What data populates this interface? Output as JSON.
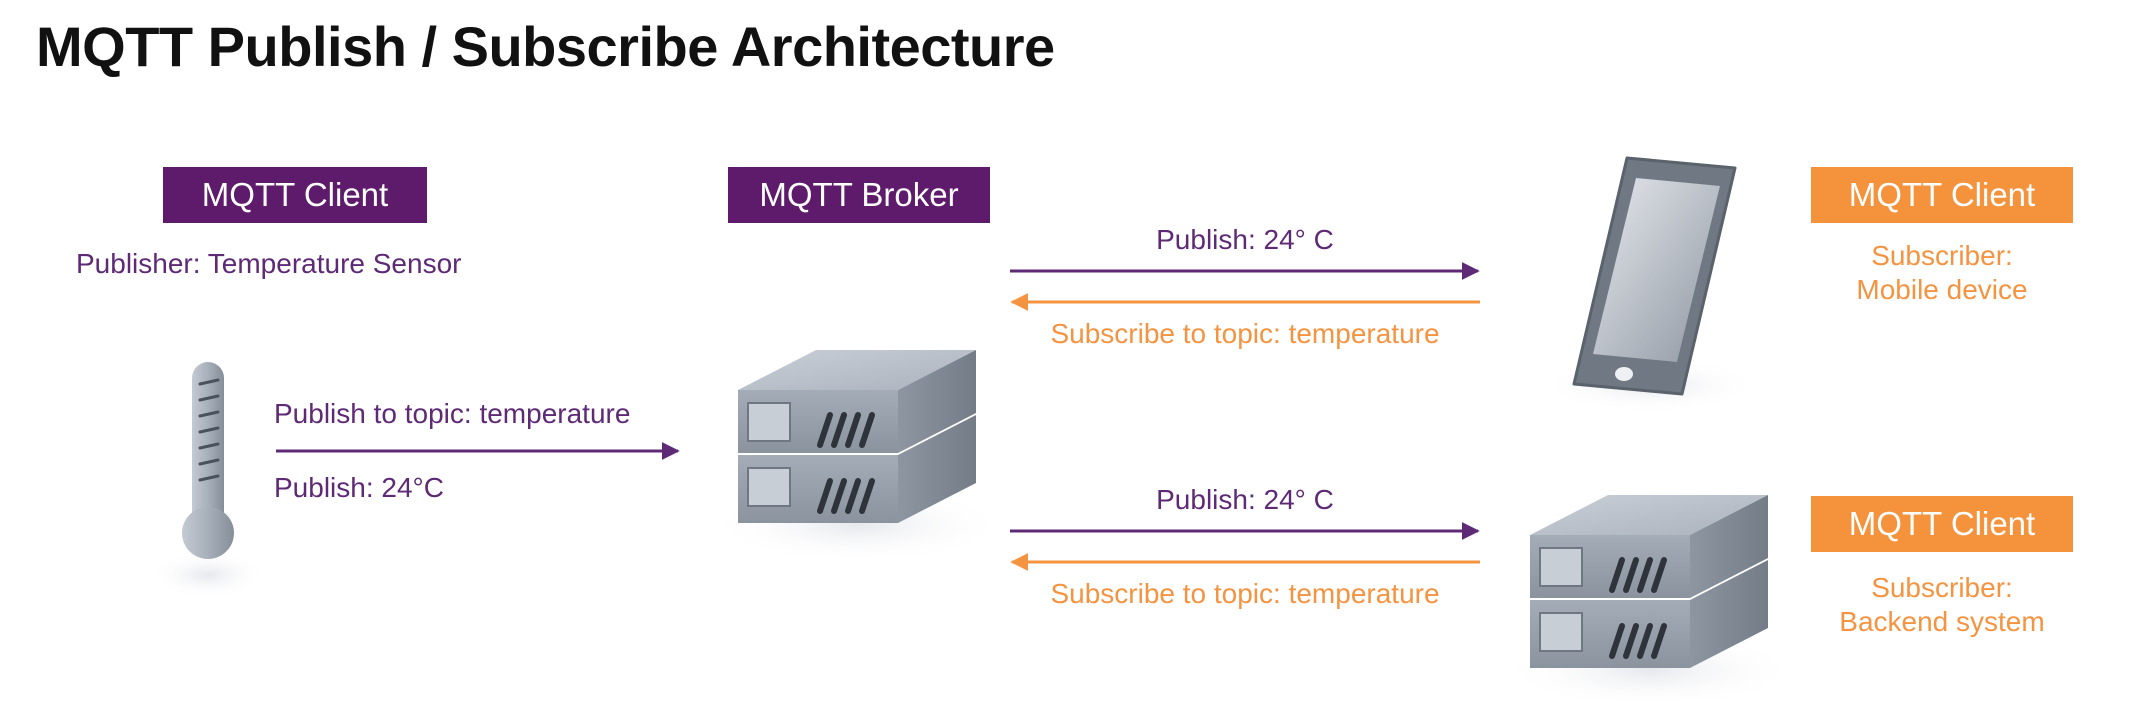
{
  "title": "MQTT Publish / Subscribe Architecture",
  "colors": {
    "purple": "#5e1a6b",
    "orange": "#f5923c",
    "device_gray": "#9aa3ae"
  },
  "publisher": {
    "tag": "MQTT Client",
    "role": "Publisher: Temperature Sensor",
    "icon": "thermometer-icon"
  },
  "broker": {
    "tag": "MQTT Broker",
    "icon": "server-icon"
  },
  "sensor_link": {
    "topic_label": "Publish to topic: temperature",
    "publish_label": "Publish: 24°C"
  },
  "mobile_link": {
    "publish_label": "Publish: 24° C",
    "subscribe_label": "Subscribe to topic: temperature"
  },
  "backend_link": {
    "publish_label": "Publish: 24° C",
    "subscribe_label": "Subscribe to topic: temperature"
  },
  "mobile_client": {
    "tag": "MQTT Client",
    "role_line1": "Subscriber:",
    "role_line2": "Mobile device",
    "icon": "smartphone-icon"
  },
  "backend_client": {
    "tag": "MQTT Client",
    "role_line1": "Subscriber:",
    "role_line2": "Backend system",
    "icon": "server-icon"
  }
}
